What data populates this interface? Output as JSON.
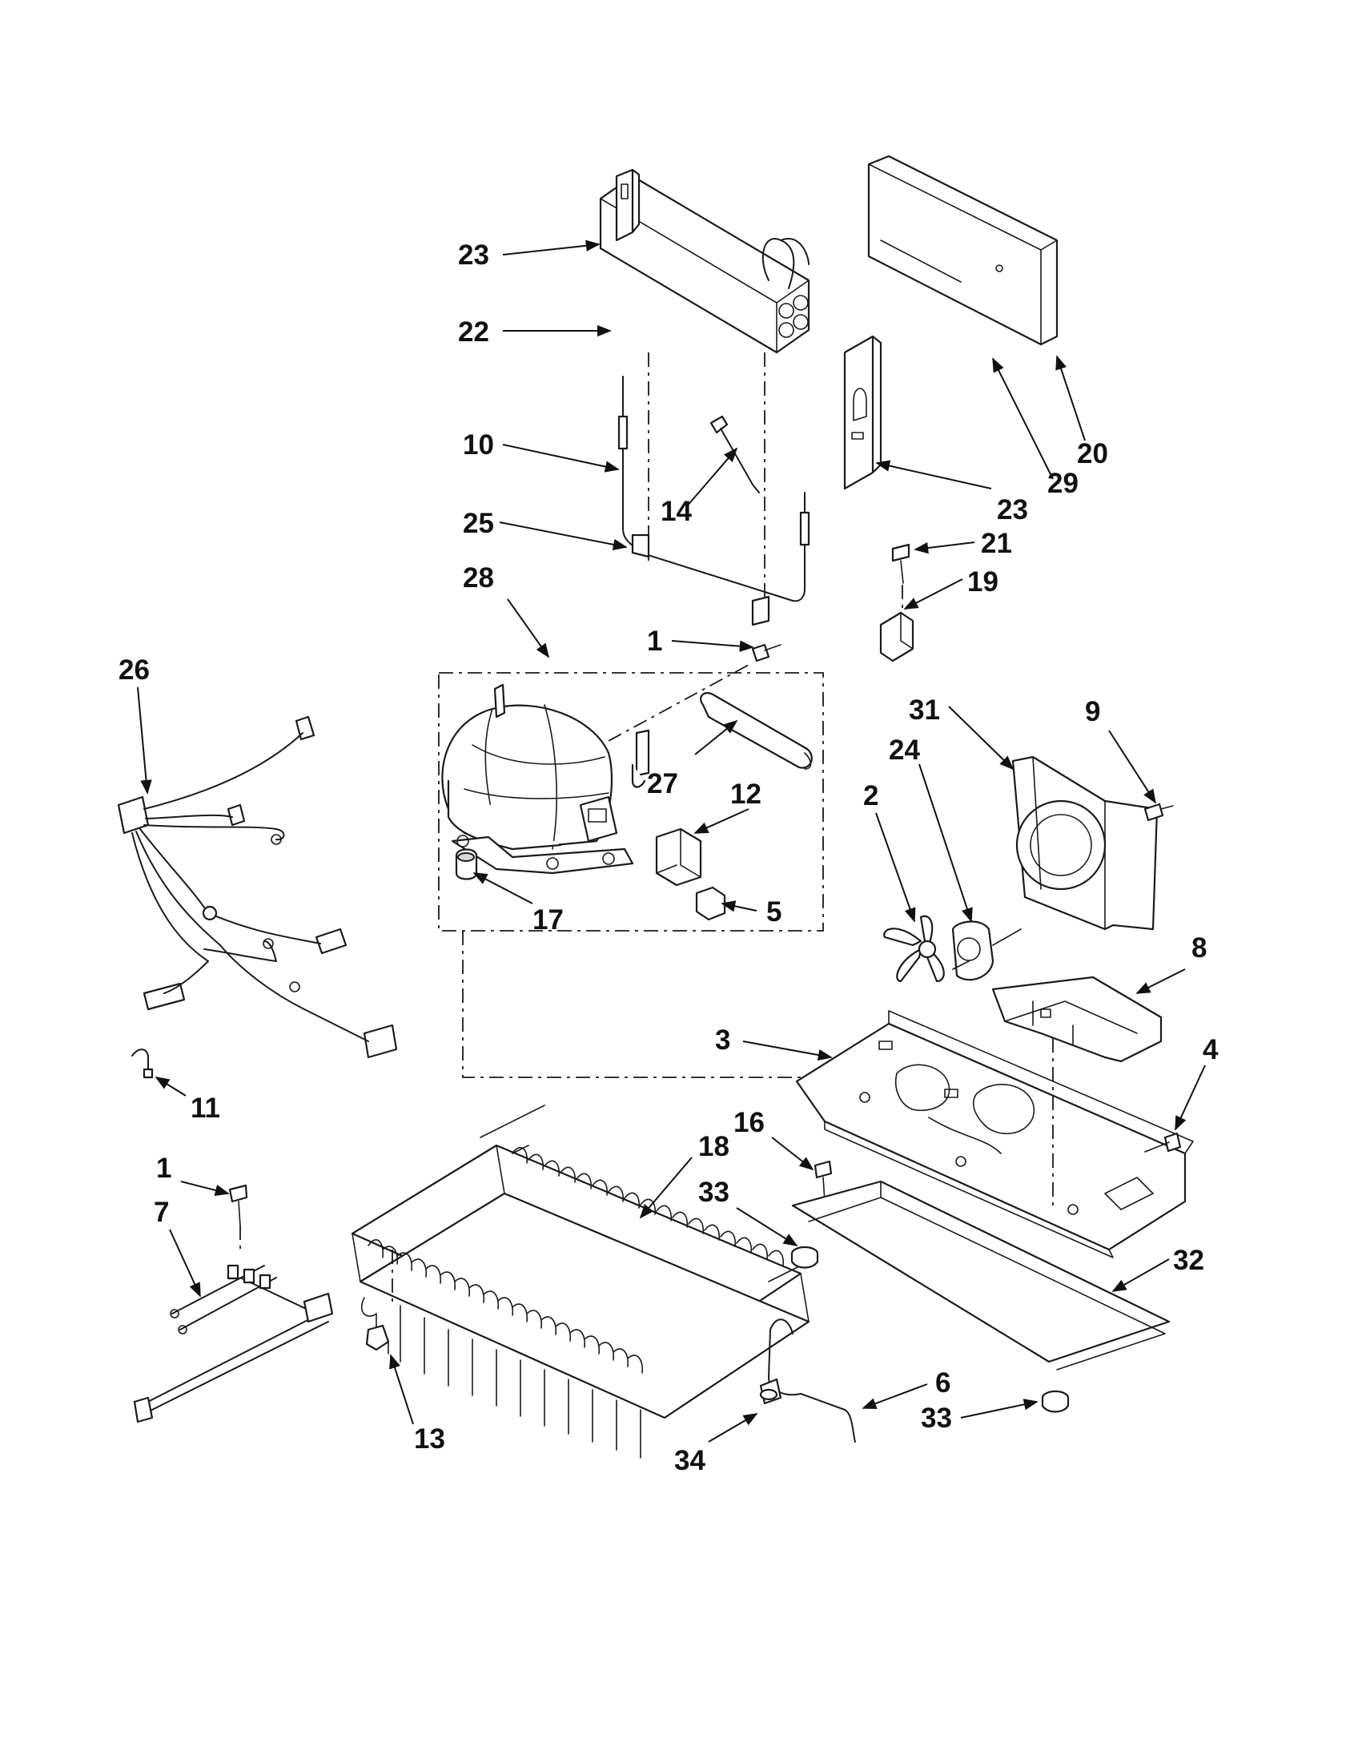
{
  "callouts": [
    {
      "id": "c23a",
      "text": "23"
    },
    {
      "id": "c22",
      "text": "22"
    },
    {
      "id": "c10",
      "text": "10"
    },
    {
      "id": "c14",
      "text": "14"
    },
    {
      "id": "c25",
      "text": "25"
    },
    {
      "id": "c28",
      "text": "28"
    },
    {
      "id": "c23b",
      "text": "23"
    },
    {
      "id": "c29",
      "text": "29"
    },
    {
      "id": "c20",
      "text": "20"
    },
    {
      "id": "c21",
      "text": "21"
    },
    {
      "id": "c19",
      "text": "19"
    },
    {
      "id": "c1a",
      "text": "1"
    },
    {
      "id": "c26",
      "text": "26"
    },
    {
      "id": "c27",
      "text": "27"
    },
    {
      "id": "c12",
      "text": "12"
    },
    {
      "id": "c17",
      "text": "17"
    },
    {
      "id": "c5",
      "text": "5"
    },
    {
      "id": "c31",
      "text": "31"
    },
    {
      "id": "c9",
      "text": "9"
    },
    {
      "id": "c24",
      "text": "24"
    },
    {
      "id": "c2",
      "text": "2"
    },
    {
      "id": "c8",
      "text": "8"
    },
    {
      "id": "c3",
      "text": "3"
    },
    {
      "id": "c4",
      "text": "4"
    },
    {
      "id": "c11",
      "text": "11"
    },
    {
      "id": "c16",
      "text": "16"
    },
    {
      "id": "c18",
      "text": "18"
    },
    {
      "id": "c1b",
      "text": "1"
    },
    {
      "id": "c7",
      "text": "7"
    },
    {
      "id": "c33a",
      "text": "33"
    },
    {
      "id": "c32",
      "text": "32"
    },
    {
      "id": "c13",
      "text": "13"
    },
    {
      "id": "c6",
      "text": "6"
    },
    {
      "id": "c33b",
      "text": "33"
    },
    {
      "id": "c34",
      "text": "34"
    }
  ]
}
